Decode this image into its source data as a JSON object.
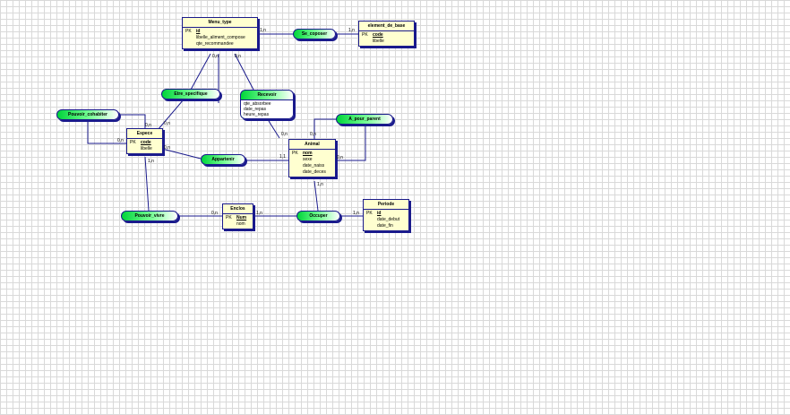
{
  "entities": {
    "menu_type": {
      "name": "Menu_type",
      "rows": [
        {
          "key": "PK",
          "attr": "id",
          "pk": true
        },
        {
          "key": "",
          "attr": "libelle_aliment_compose"
        },
        {
          "key": "",
          "attr": "qte_recommandee"
        }
      ]
    },
    "element_de_base": {
      "name": "element_de_base",
      "rows": [
        {
          "key": "PK",
          "attr": "code",
          "pk": true
        },
        {
          "key": "",
          "attr": "libelle"
        }
      ]
    },
    "espece": {
      "name": "Espece",
      "rows": [
        {
          "key": "PK",
          "attr": "code",
          "pk": true
        },
        {
          "key": "",
          "attr": "libelle"
        }
      ]
    },
    "animal": {
      "name": "Animal",
      "rows": [
        {
          "key": "PK",
          "attr": "nom",
          "pk": true
        },
        {
          "key": "",
          "attr": "sexe"
        },
        {
          "key": "",
          "attr": "date_naiss"
        },
        {
          "key": "",
          "attr": "date_deces"
        }
      ]
    },
    "enclos": {
      "name": "Enclos",
      "rows": [
        {
          "key": "PK",
          "attr": "Num",
          "pk": true
        },
        {
          "key": "",
          "attr": "nom"
        }
      ]
    },
    "periode": {
      "name": "Periode",
      "rows": [
        {
          "key": "PK",
          "attr": "id",
          "pk": true
        },
        {
          "key": "",
          "attr": "date_debut"
        },
        {
          "key": "",
          "attr": "date_fin"
        }
      ]
    }
  },
  "associations": {
    "se_coposer": {
      "name": "Se_coposer"
    },
    "etre_specifique": {
      "name": "Etre_specifique"
    },
    "recevoir": {
      "name": "Recevoir",
      "attrs": [
        "qte_absorbee",
        "date_repas",
        "heure_repas"
      ]
    },
    "a_pour_parent": {
      "name": "A_pour_parent"
    },
    "pouvoir_cohabiter": {
      "name": "Pouvoir_cohabiter"
    },
    "appartenir": {
      "name": "Appartenir"
    },
    "pouvoir_vivre": {
      "name": "Pouvoir_vivre"
    },
    "occuper": {
      "name": "Occuper"
    }
  },
  "cardinalities": {
    "c1": "1,n",
    "c2": "1,n",
    "c3": "0,n",
    "c4": "0,n",
    "c5": "0,n",
    "c6": "0,n",
    "c7": "0,n",
    "c8": "0,n",
    "c9": "0,n",
    "c10": "0,n",
    "c11": "0,n",
    "c12": "1,1",
    "c13": "1,n",
    "c14": "0,n",
    "c15": "1,n",
    "c16": "1,n",
    "c17": "1,n"
  },
  "colors": {
    "line": "#1a1a8c",
    "entity_fill": "#ffffd0",
    "assoc_green": "#00d53a"
  }
}
